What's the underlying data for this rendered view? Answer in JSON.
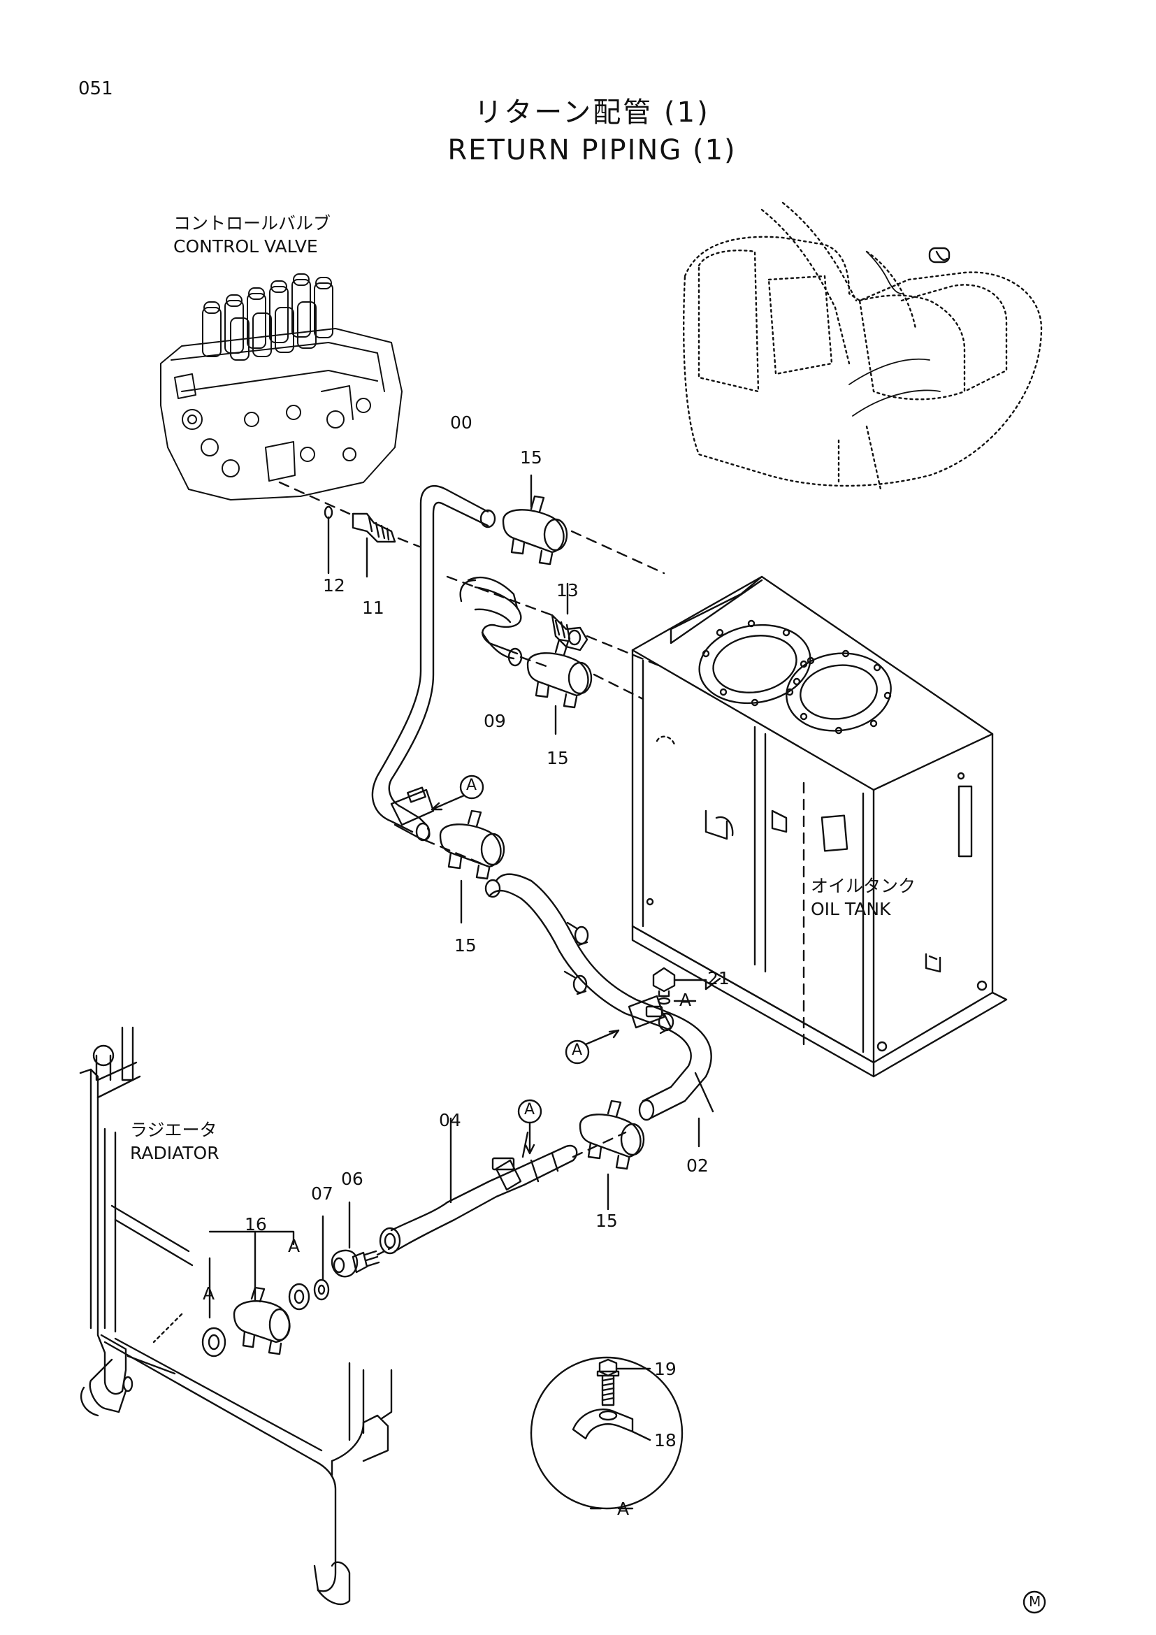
{
  "page": {
    "page_number": "051",
    "title_jp": "リターン配管 (1)",
    "title_en": "RETURN PIPING (1)",
    "mark": "M"
  },
  "labels": {
    "control_valve_jp": "コントロールバルブ",
    "control_valve_en": "CONTROL VALVE",
    "oil_tank_jp": "オイルタンク",
    "oil_tank_en": "OIL TANK",
    "radiator_jp": "ラジエータ",
    "radiator_en": "RADIATOR"
  },
  "part_numbers": {
    "p00": "00",
    "p15a": "15",
    "p13": "13",
    "p12": "12",
    "p11": "11",
    "p09": "09",
    "p15b": "15",
    "p15c": "15",
    "p21": "21",
    "p04": "04",
    "p02": "02",
    "p15d": "15",
    "p07": "07",
    "p06": "06",
    "p16": "16",
    "p19": "19",
    "p18": "18"
  },
  "view_refs": {
    "a1": "A",
    "a2": "A",
    "a3": "A",
    "a4": "A",
    "a5": "A",
    "a6": "A",
    "detail": "A"
  }
}
